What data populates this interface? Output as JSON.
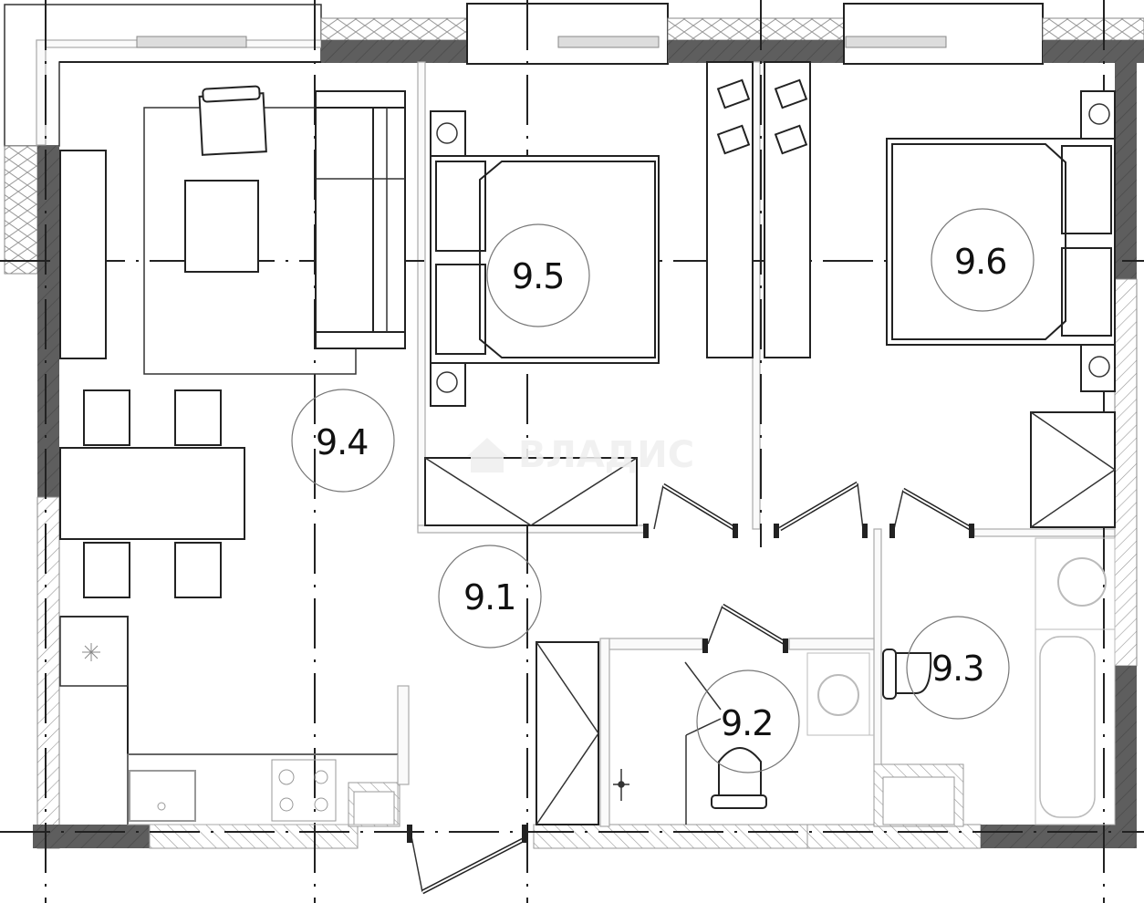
{
  "plan": {
    "watermark": "ВЛАДИС",
    "rooms": [
      {
        "id": "9.1",
        "label": "9.1",
        "name": "hallway"
      },
      {
        "id": "9.2",
        "label": "9.2",
        "name": "wc"
      },
      {
        "id": "9.3",
        "label": "9.3",
        "name": "bathroom"
      },
      {
        "id": "9.4",
        "label": "9.4",
        "name": "kitchen-living"
      },
      {
        "id": "9.5",
        "label": "9.5",
        "name": "bedroom-1"
      },
      {
        "id": "9.6",
        "label": "9.6",
        "name": "bedroom-2"
      }
    ],
    "colors": {
      "structural_wall": "#5e5e5e",
      "line": "#222222",
      "hatch": "#888888",
      "background": "#ffffff"
    }
  }
}
